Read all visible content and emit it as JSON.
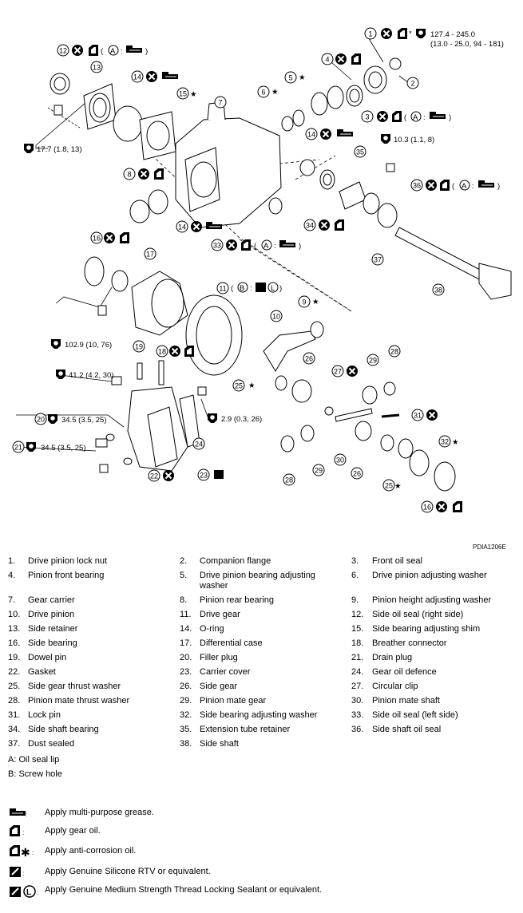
{
  "figure_id": "PDIA1206E",
  "torques": {
    "t1": "127.4 - 245.0",
    "t1b": "(13.0 - 25.0, 94 - 181)",
    "t12": "17.7 (1.8, 13)",
    "t35": "10.3 (1.1, 8)",
    "t17": "102.9 (10, 76)",
    "t19": "41.2 (4.2, 30)",
    "t20": "34.5 (3.5, 25)",
    "t21": "34.5 (3.5, 25)",
    "t24": "2.9 (0.3, 26)"
  },
  "callouts": {
    "a": "A",
    "b": "B",
    "l": "L",
    "colon": ":",
    "star": "★",
    "asterisk": "*"
  },
  "part_numbers": [
    "1",
    "2",
    "3",
    "4",
    "5",
    "6",
    "7",
    "8",
    "9",
    "10",
    "11",
    "12",
    "13",
    "14",
    "15",
    "16",
    "17",
    "18",
    "19",
    "20",
    "21",
    "22",
    "23",
    "24",
    "25",
    "26",
    "27",
    "28",
    "29",
    "30",
    "31",
    "32",
    "33",
    "34",
    "35",
    "36",
    "37",
    "38"
  ],
  "parts": [
    {
      "n": "1.",
      "name": "Drive pinion lock nut"
    },
    {
      "n": "2.",
      "name": "Companion flange"
    },
    {
      "n": "3.",
      "name": "Front oil seal"
    },
    {
      "n": "4.",
      "name": "Pinion front bearing"
    },
    {
      "n": "5.",
      "name": "Drive pinion bearing adjusting washer"
    },
    {
      "n": "6.",
      "name": "Drive pinion adjusting washer"
    },
    {
      "n": "7.",
      "name": "Gear carrier"
    },
    {
      "n": "8.",
      "name": "Pinion rear bearing"
    },
    {
      "n": "9.",
      "name": "Pinion height adjusting washer"
    },
    {
      "n": "10.",
      "name": "Drive pinion"
    },
    {
      "n": "11.",
      "name": "Drive gear"
    },
    {
      "n": "12.",
      "name": "Side oil seal (right side)"
    },
    {
      "n": "13.",
      "name": "Side retainer"
    },
    {
      "n": "14.",
      "name": "O-ring"
    },
    {
      "n": "15.",
      "name": "Side bearing adjusting shim"
    },
    {
      "n": "16.",
      "name": "Side bearing"
    },
    {
      "n": "17.",
      "name": "Differential case"
    },
    {
      "n": "18.",
      "name": "Breather connector"
    },
    {
      "n": "19.",
      "name": "Dowel pin"
    },
    {
      "n": "20.",
      "name": "Filler plug"
    },
    {
      "n": "21.",
      "name": "Drain plug"
    },
    {
      "n": "22.",
      "name": "Gasket"
    },
    {
      "n": "23.",
      "name": "Carrier cover"
    },
    {
      "n": "24.",
      "name": "Gear oil defence"
    },
    {
      "n": "25.",
      "name": "Side gear thrust washer"
    },
    {
      "n": "26.",
      "name": "Side gear"
    },
    {
      "n": "27.",
      "name": "Circular clip"
    },
    {
      "n": "28.",
      "name": "Pinion mate thrust washer"
    },
    {
      "n": "29.",
      "name": "Pinion mate gear"
    },
    {
      "n": "30.",
      "name": "Pinion mate shaft"
    },
    {
      "n": "31.",
      "name": "Lock pin"
    },
    {
      "n": "32.",
      "name": "Side bearing adjusting washer"
    },
    {
      "n": "33.",
      "name": "Side oil seal (left side)"
    },
    {
      "n": "34.",
      "name": "Side shaft bearing"
    },
    {
      "n": "35.",
      "name": "Extension tube retainer"
    },
    {
      "n": "36.",
      "name": "Side shaft oil seal"
    },
    {
      "n": "37.",
      "name": "Dust sealed"
    },
    {
      "n": "38.",
      "name": "Side shaft"
    }
  ],
  "notes": {
    "a": "A: Oil seal lip",
    "b": "B: Screw hole"
  },
  "legend": [
    {
      "icon": "grease-icon",
      "text": "Apply multi-purpose grease."
    },
    {
      "icon": "gear-oil-icon",
      "text": "Apply gear oil."
    },
    {
      "icon": "anti-corrosion-oil-icon",
      "text": "Apply anti-corrosion oil."
    },
    {
      "icon": "silicone-rtv-icon",
      "text": "Apply Genuine Silicone RTV or equivalent."
    },
    {
      "icon": "thread-locking-sealant-icon",
      "text": "Apply Genuine Medium Strength Thread Locking Sealant or equivalent."
    }
  ]
}
